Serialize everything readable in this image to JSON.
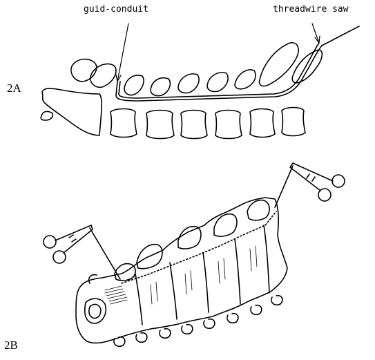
{
  "figure": {
    "panel_a": {
      "label": "2A",
      "callouts": {
        "guide": "guid-conduit",
        "saw": "threadwire saw"
      }
    },
    "panel_b": {
      "label": "2B"
    },
    "stroke_color": "#000000",
    "background": "#ffffff"
  }
}
